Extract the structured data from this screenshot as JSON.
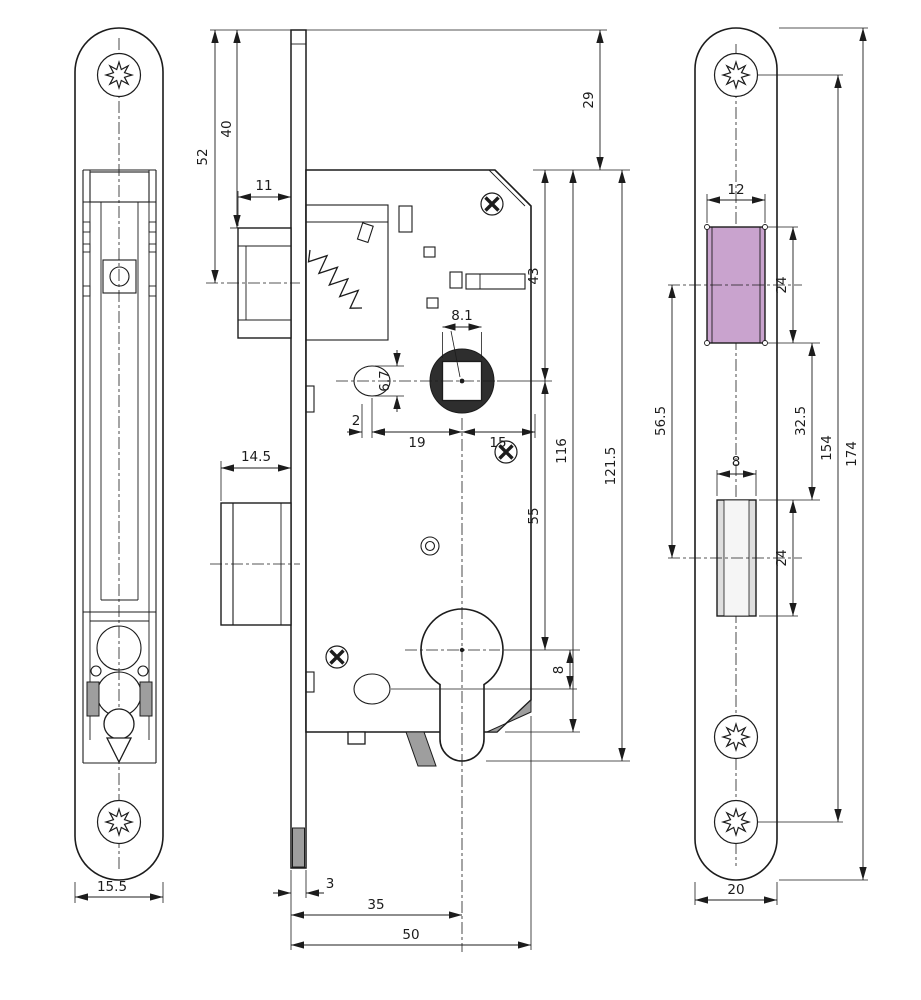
{
  "drawing": {
    "type": "technical-drawing",
    "subject": "mortise-door-lock",
    "views": [
      "side-profile",
      "lock-body",
      "faceplate"
    ]
  },
  "dims": {
    "left": {
      "plate_width": "15.5"
    },
    "front": {
      "d52": "52",
      "d40": "40",
      "d11": "11",
      "d14_5": "14.5",
      "d29": "29",
      "d43": "43",
      "d55": "55",
      "d116": "116",
      "d121_5": "121.5",
      "d8_1": "8.1",
      "d6_7": "6.7",
      "d2": "2",
      "d19": "19",
      "d15": "15",
      "d8": "8",
      "d3": "3",
      "d35": "35",
      "d50": "50"
    },
    "right": {
      "d12": "12",
      "d24_latch": "24",
      "d8": "8",
      "d24_bolt": "24",
      "d56_5": "56.5",
      "d32_5": "32.5",
      "d154": "154",
      "d174": "174",
      "d20": "20"
    }
  },
  "colors": {
    "line": "#1c1c1c",
    "background": "#ffffff",
    "latch_fill": "#c9a3ce",
    "metal_fill": "#9e9e9e",
    "bolt_fill": "#dedede",
    "follower_fill": "#2e2e2e"
  }
}
